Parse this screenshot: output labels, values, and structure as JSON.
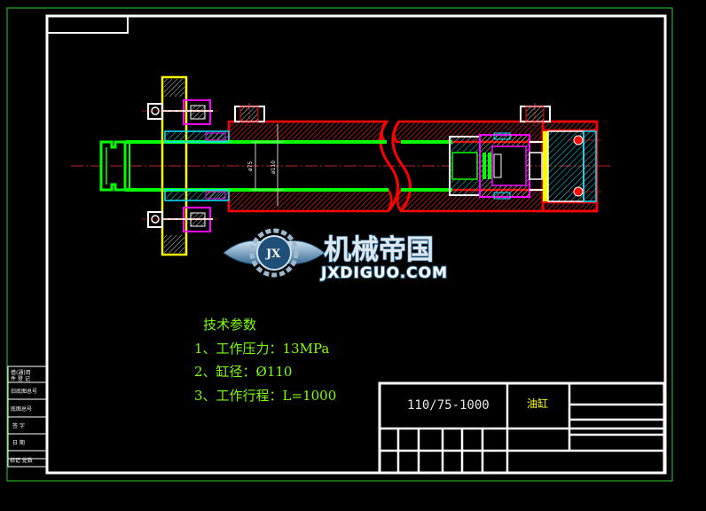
{
  "technical_notes": {
    "heading": "技术参数",
    "items": [
      "1、工作压力：13MPa",
      "2、缸径：Ø110",
      "3、工作行程：L=1000"
    ]
  },
  "title_block": {
    "model": "110/75-1000",
    "part_name": "油缸"
  },
  "dimensions": {
    "rod_diameter": "ø75",
    "bore_diameter": "ø110"
  },
  "watermark": {
    "chinese_name": "机械帝国",
    "site": "JXDIGUO.COM",
    "badge": "JX"
  },
  "side_table_labels": [
    "借(通)用",
    "件 登 记",
    "旧底图总号",
    "底图总号",
    "签  字",
    "日  期",
    "标记 处数"
  ],
  "colors": {
    "background": "#000000",
    "frame": "#ffffff",
    "cylinder_wall": "#ff0000",
    "piston_rod": "#00ff00",
    "seals": "#ff00ff",
    "flange": "#ffff00",
    "hatch": "#00ffff",
    "text": "#7fff00"
  }
}
